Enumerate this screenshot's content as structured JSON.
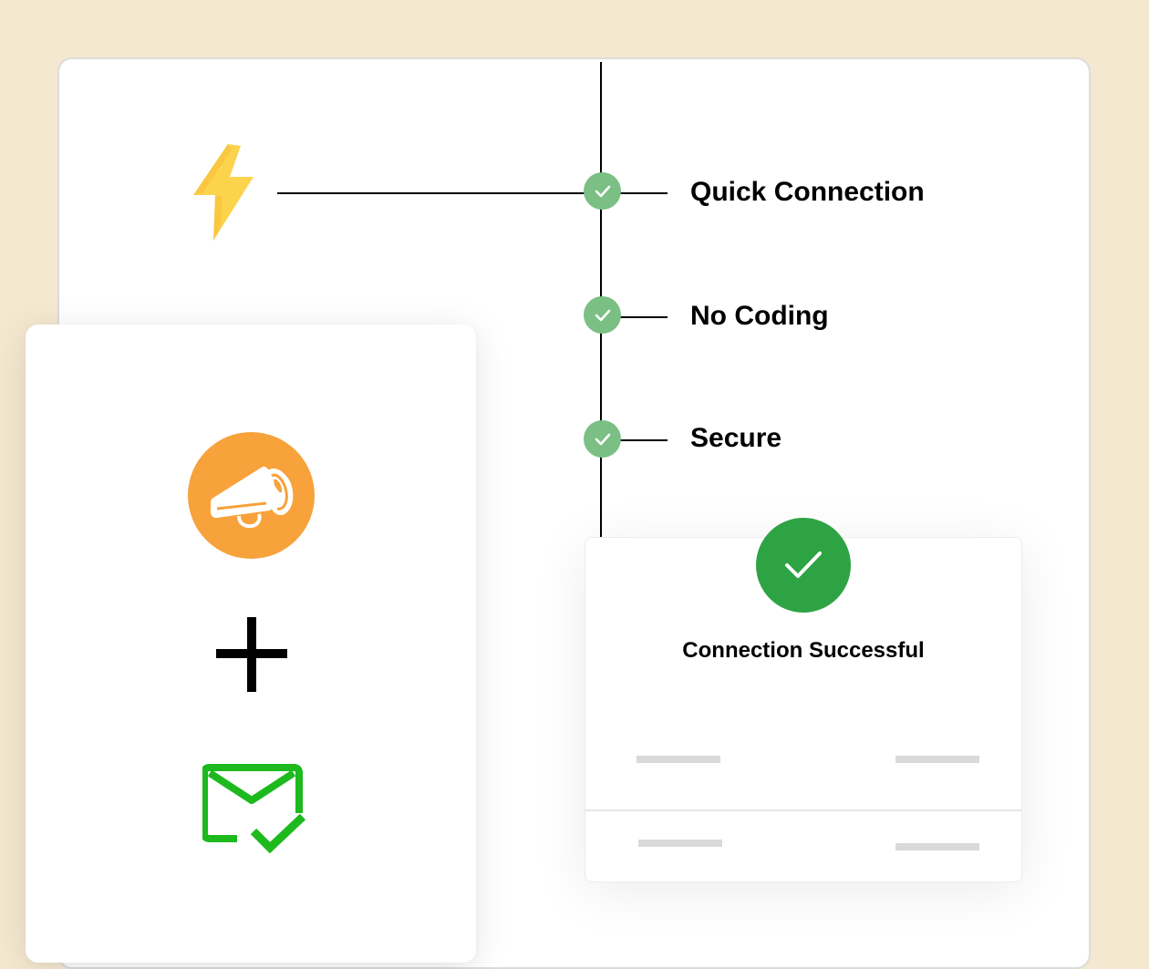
{
  "colors": {
    "background": "#F5E8D0",
    "check_green": "#7BBF84",
    "success_green": "#2EA344",
    "megaphone_orange": "#F7A23A",
    "mail_green": "#1DB91D",
    "bolt_yellow": "#FCD34D",
    "placeholder_gray": "#D9D9D9"
  },
  "diagram": {
    "source_icon": "lightning-bolt-icon",
    "features": [
      {
        "label": "Quick Connection",
        "icon": "check-circle-icon"
      },
      {
        "label": "No Coding",
        "icon": "check-circle-icon"
      },
      {
        "label": "Secure",
        "icon": "check-circle-icon"
      }
    ]
  },
  "integration_card": {
    "top_icon": "megaphone-icon",
    "operator": "+",
    "bottom_icon": "mail-check-icon"
  },
  "success_card": {
    "icon": "check-icon",
    "title": "Connection Successful",
    "placeholder_rows": 2
  }
}
